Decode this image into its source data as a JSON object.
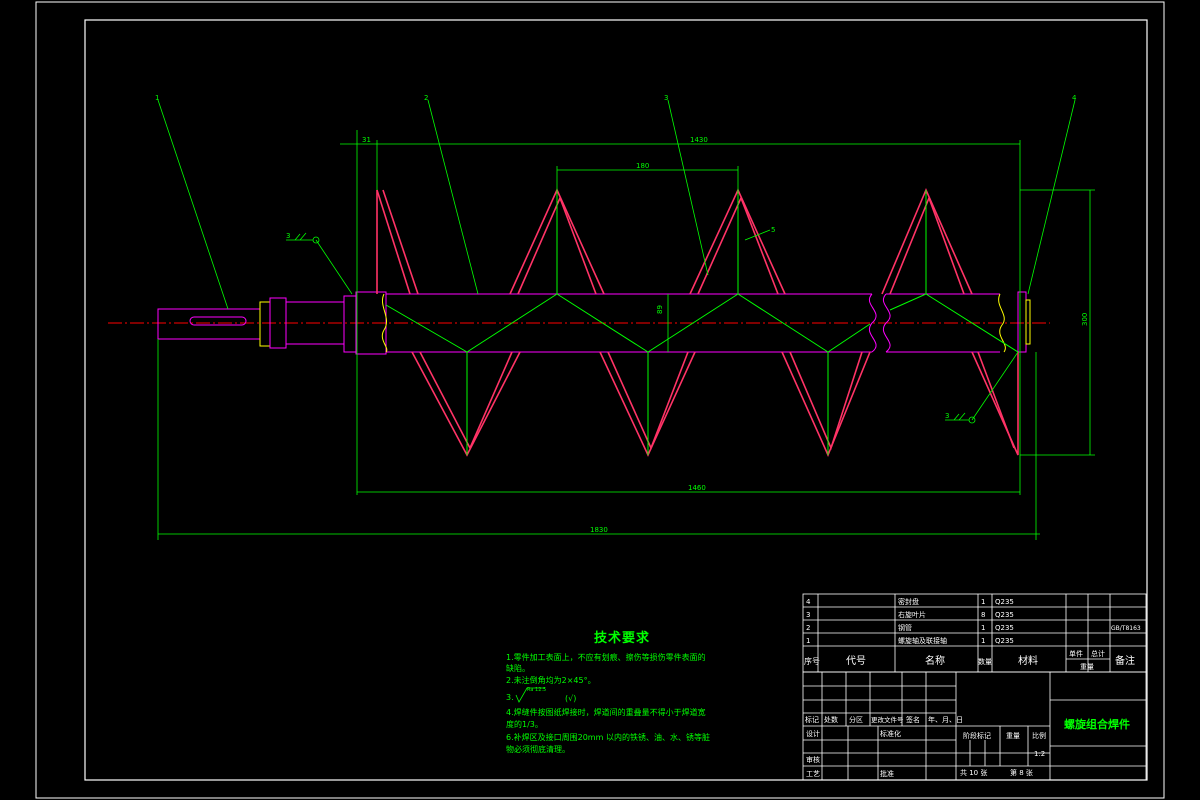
{
  "colors": {
    "frame": "#ffffff",
    "dim": "#00ff00",
    "body": "#ff00ff",
    "edge": "#ff3366",
    "center": "#ff0000",
    "weld": "#ffff00",
    "title": "#00ff00"
  },
  "leaders": [
    "1",
    "2",
    "3",
    "4"
  ],
  "weld_symbols": [
    "3",
    "3"
  ],
  "dimensions": {
    "left_offset": "31",
    "flight_length": "1430",
    "pitch": "180",
    "pipe_dia": "89",
    "outer_dia": "300",
    "bottom_inner": "1460",
    "overall": "1830",
    "flight_thickness": "5"
  },
  "notes": {
    "title": "技术要求",
    "lines": [
      "1.零件加工表面上，不应有划痕、擦伤等损伤零件表面的",
      "   缺陷。",
      "2.未注倒角均为2×45°。",
      "3.",
      "4.焊缝件按图纸焊接时，焊道间的重叠量不得小于焊道宽",
      "   度的1/3。",
      "6.补焊区及接口周围20mm  以内的铁锈、油、水、锈等脏",
      "   物必须彻底清理。"
    ],
    "roughness": "Ra 12.5",
    "roughness_tail": "(√)"
  },
  "bom": {
    "rows": [
      {
        "no": "4",
        "name": "密封盘",
        "qty": "1",
        "material": "Q235",
        "remark": ""
      },
      {
        "no": "3",
        "name": "右旋叶片",
        "qty": "8",
        "material": "Q235",
        "remark": ""
      },
      {
        "no": "2",
        "name": "钢管",
        "qty": "1",
        "material": "Q235",
        "remark": "GB/T8163"
      },
      {
        "no": "1",
        "name": "螺旋轴及联接轴",
        "qty": "1",
        "material": "Q235",
        "remark": ""
      }
    ],
    "headers": {
      "no": "序号",
      "code": "代号",
      "name": "名称",
      "qty": "数量",
      "material": "材料",
      "single": "单件",
      "total": "总计",
      "weight": "重量",
      "remark": "备注"
    }
  },
  "title_block": {
    "part_name": "螺旋组合焊件",
    "row_labels": [
      "标记",
      "处数",
      "分区",
      "更改文件号",
      "签名",
      "年、月、日"
    ],
    "design": "设计",
    "standard": "标准化",
    "stage": "阶段标记",
    "weight": "重量",
    "scale": "比例",
    "scale_value": "1:2",
    "review": "审核",
    "process": "工艺",
    "approve": "批准",
    "sheets": "共  10  张",
    "sheet_no": "第  8  张"
  }
}
